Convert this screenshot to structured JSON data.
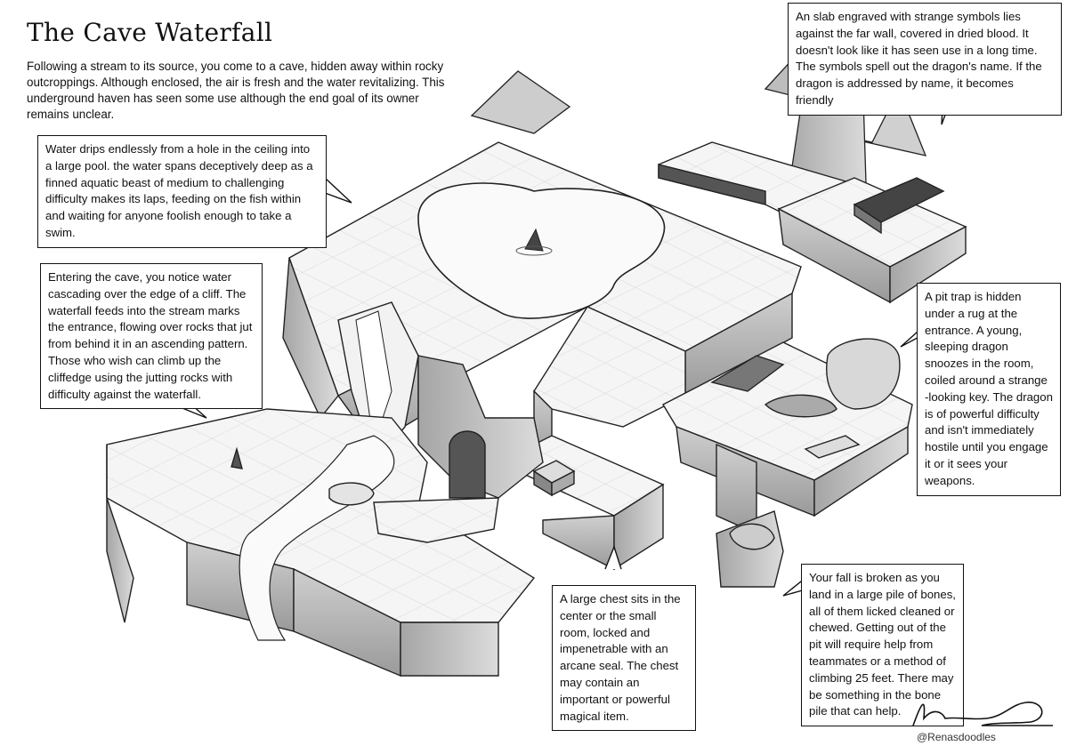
{
  "title": "The Cave Waterfall",
  "intro": "Following a stream to its source, you come to a cave, hidden away within rocky outcroppings. Although enclosed, the air is fresh and the water revitalizing. This underground haven has seen some use although the end goal of its owner remains unclear.",
  "callouts": {
    "pool": "Water drips endlessly from a hole in the ceiling into a large pool. the water spans deceptively deep as a finned aquatic beast of medium to challenging difficulty makes its laps, feeding on the fish within and waiting for anyone foolish enough to take a swim.",
    "waterfall": "Entering the cave, you notice water cascading over the edge of a cliff. The waterfall feeds into the stream marks the entrance, flowing over rocks that jut from behind it in an ascending pattern. Those who wish can climb up the cliffedge using the jutting rocks with difficulty against the waterfall.",
    "slab": "An slab engraved with strange symbols lies against the far wall, covered in dried blood. It doesn't look like it has seen use in a long time. The symbols spell out the dragon's name. If the dragon is addressed by name, it becomes friendly",
    "pit_trap": "A pit trap is hidden under a rug at the entrance. A young, sleeping dragon snoozes in the room, coiled around a strange -looking key. The dragon is of powerful difficulty and isn't immediately hostile until you engage it or it sees your weapons.",
    "chest": "A large chest sits in the center or the small room, locked and impenetrable with an arcane seal. The chest may contain an important or powerful magical item.",
    "bones": "Your fall is broken as you land in a large pile of bones, all of them licked cleaned or chewed. Getting out of the pit will require help from teammates or a method of climbing 25 feet. There may be something in the bone pile that can help."
  },
  "credit": "@Renasdoodles",
  "colors": {
    "ink": "#111111",
    "floor": "#f4f4f4",
    "wall": "#bdbdbd",
    "shadow": "#8a8a8a"
  }
}
